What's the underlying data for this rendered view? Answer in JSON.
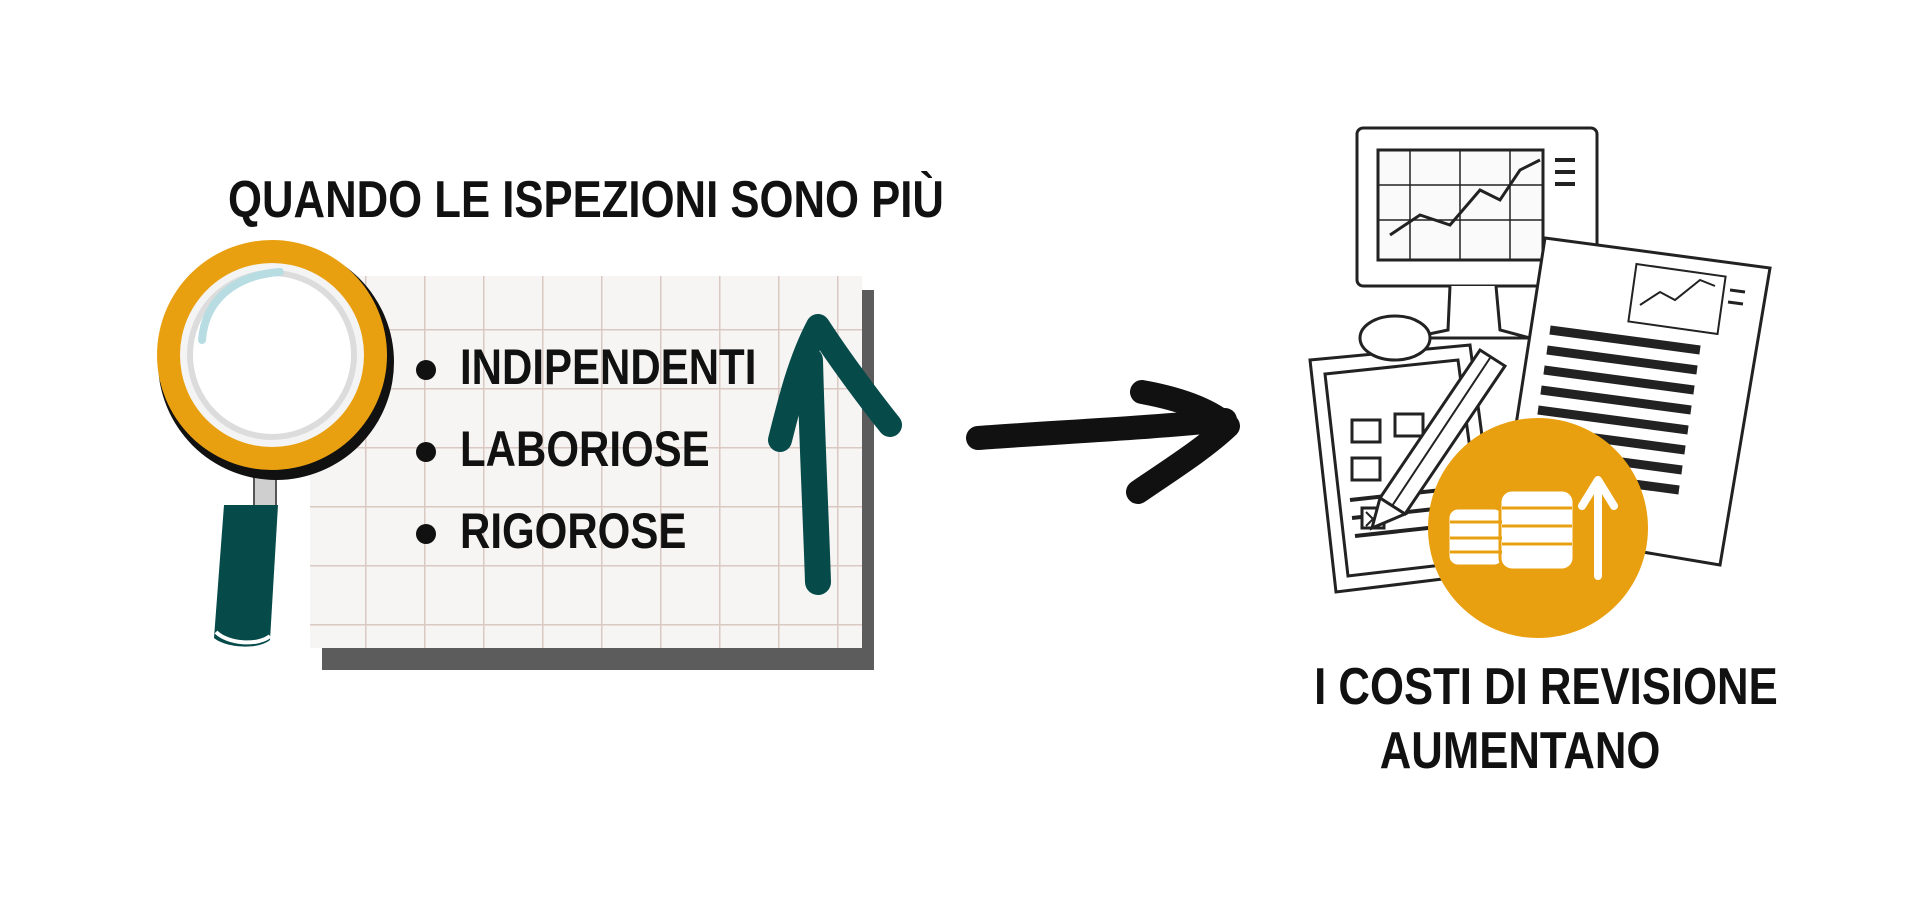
{
  "heading": "QUANDO LE ISPEZIONI SONO PIÙ",
  "list": [
    "INDIPENDENTI",
    "LABORIOSE",
    "RIGOROSE"
  ],
  "caption": {
    "line1": "I COSTI DI REVISIONE",
    "line2": "AUMENTANO"
  },
  "colors": {
    "accent_orange": "#E9A010",
    "dark_teal": "#064A4A",
    "text": "#111111"
  },
  "icons": [
    "magnifying-glass-icon",
    "up-arrow-icon",
    "right-arrow-icon",
    "monitor-icon",
    "document-icon",
    "clipboard-icon",
    "pencil-icon",
    "coins-icon"
  ]
}
